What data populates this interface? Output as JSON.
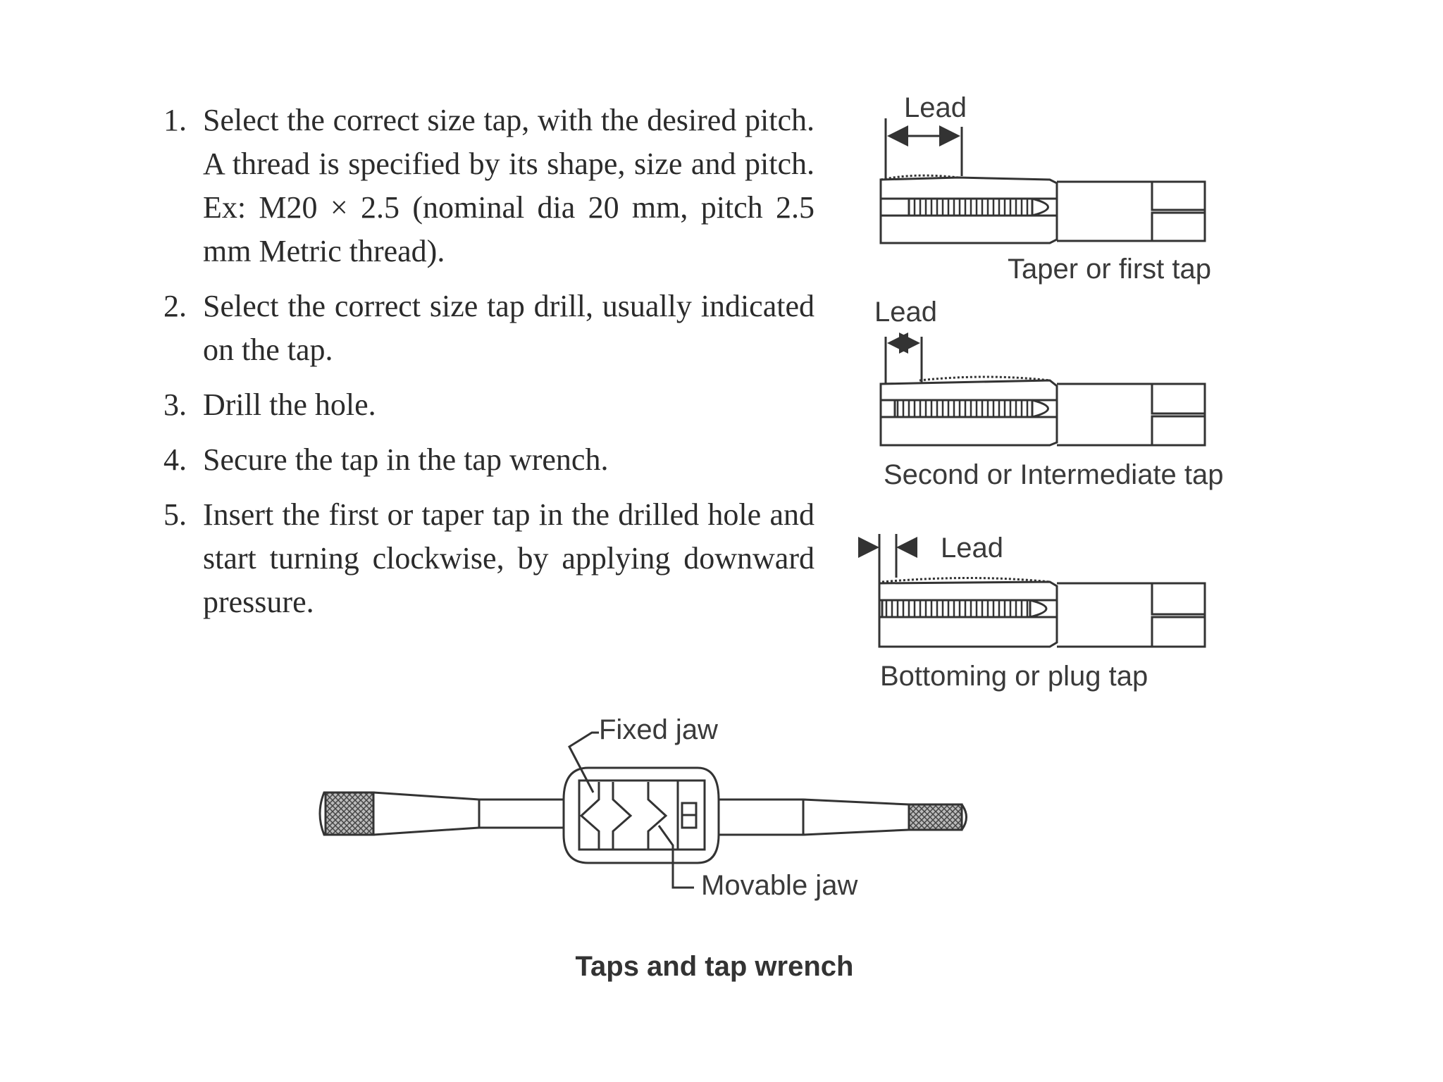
{
  "steps": [
    {
      "number": "1.",
      "text": "Select the correct size tap, with the desired pitch. A thread is specified by its shape, size and pitch. Ex: M20 × 2.5 (nominal dia 20 mm, pitch 2.5 mm Metric thread)."
    },
    {
      "number": "2.",
      "text": "Select the correct size tap drill, usually indicated on the tap."
    },
    {
      "number": "3.",
      "text": "Drill the hole."
    },
    {
      "number": "4.",
      "text": "Secure the tap in the tap wrench."
    },
    {
      "number": "5.",
      "text": "Insert the first or taper tap in the drilled hole and start turning clockwise, by applying downward pressure."
    }
  ],
  "taps": {
    "lead_label": "Lead",
    "taper_tap": "Taper or first tap",
    "second_tap": "Second or Intermediate tap",
    "bottoming_tap": "Bottoming or plug tap"
  },
  "wrench": {
    "fixed_jaw": "Fixed jaw",
    "movable_jaw": "Movable jaw"
  },
  "caption": "Taps and tap wrench"
}
